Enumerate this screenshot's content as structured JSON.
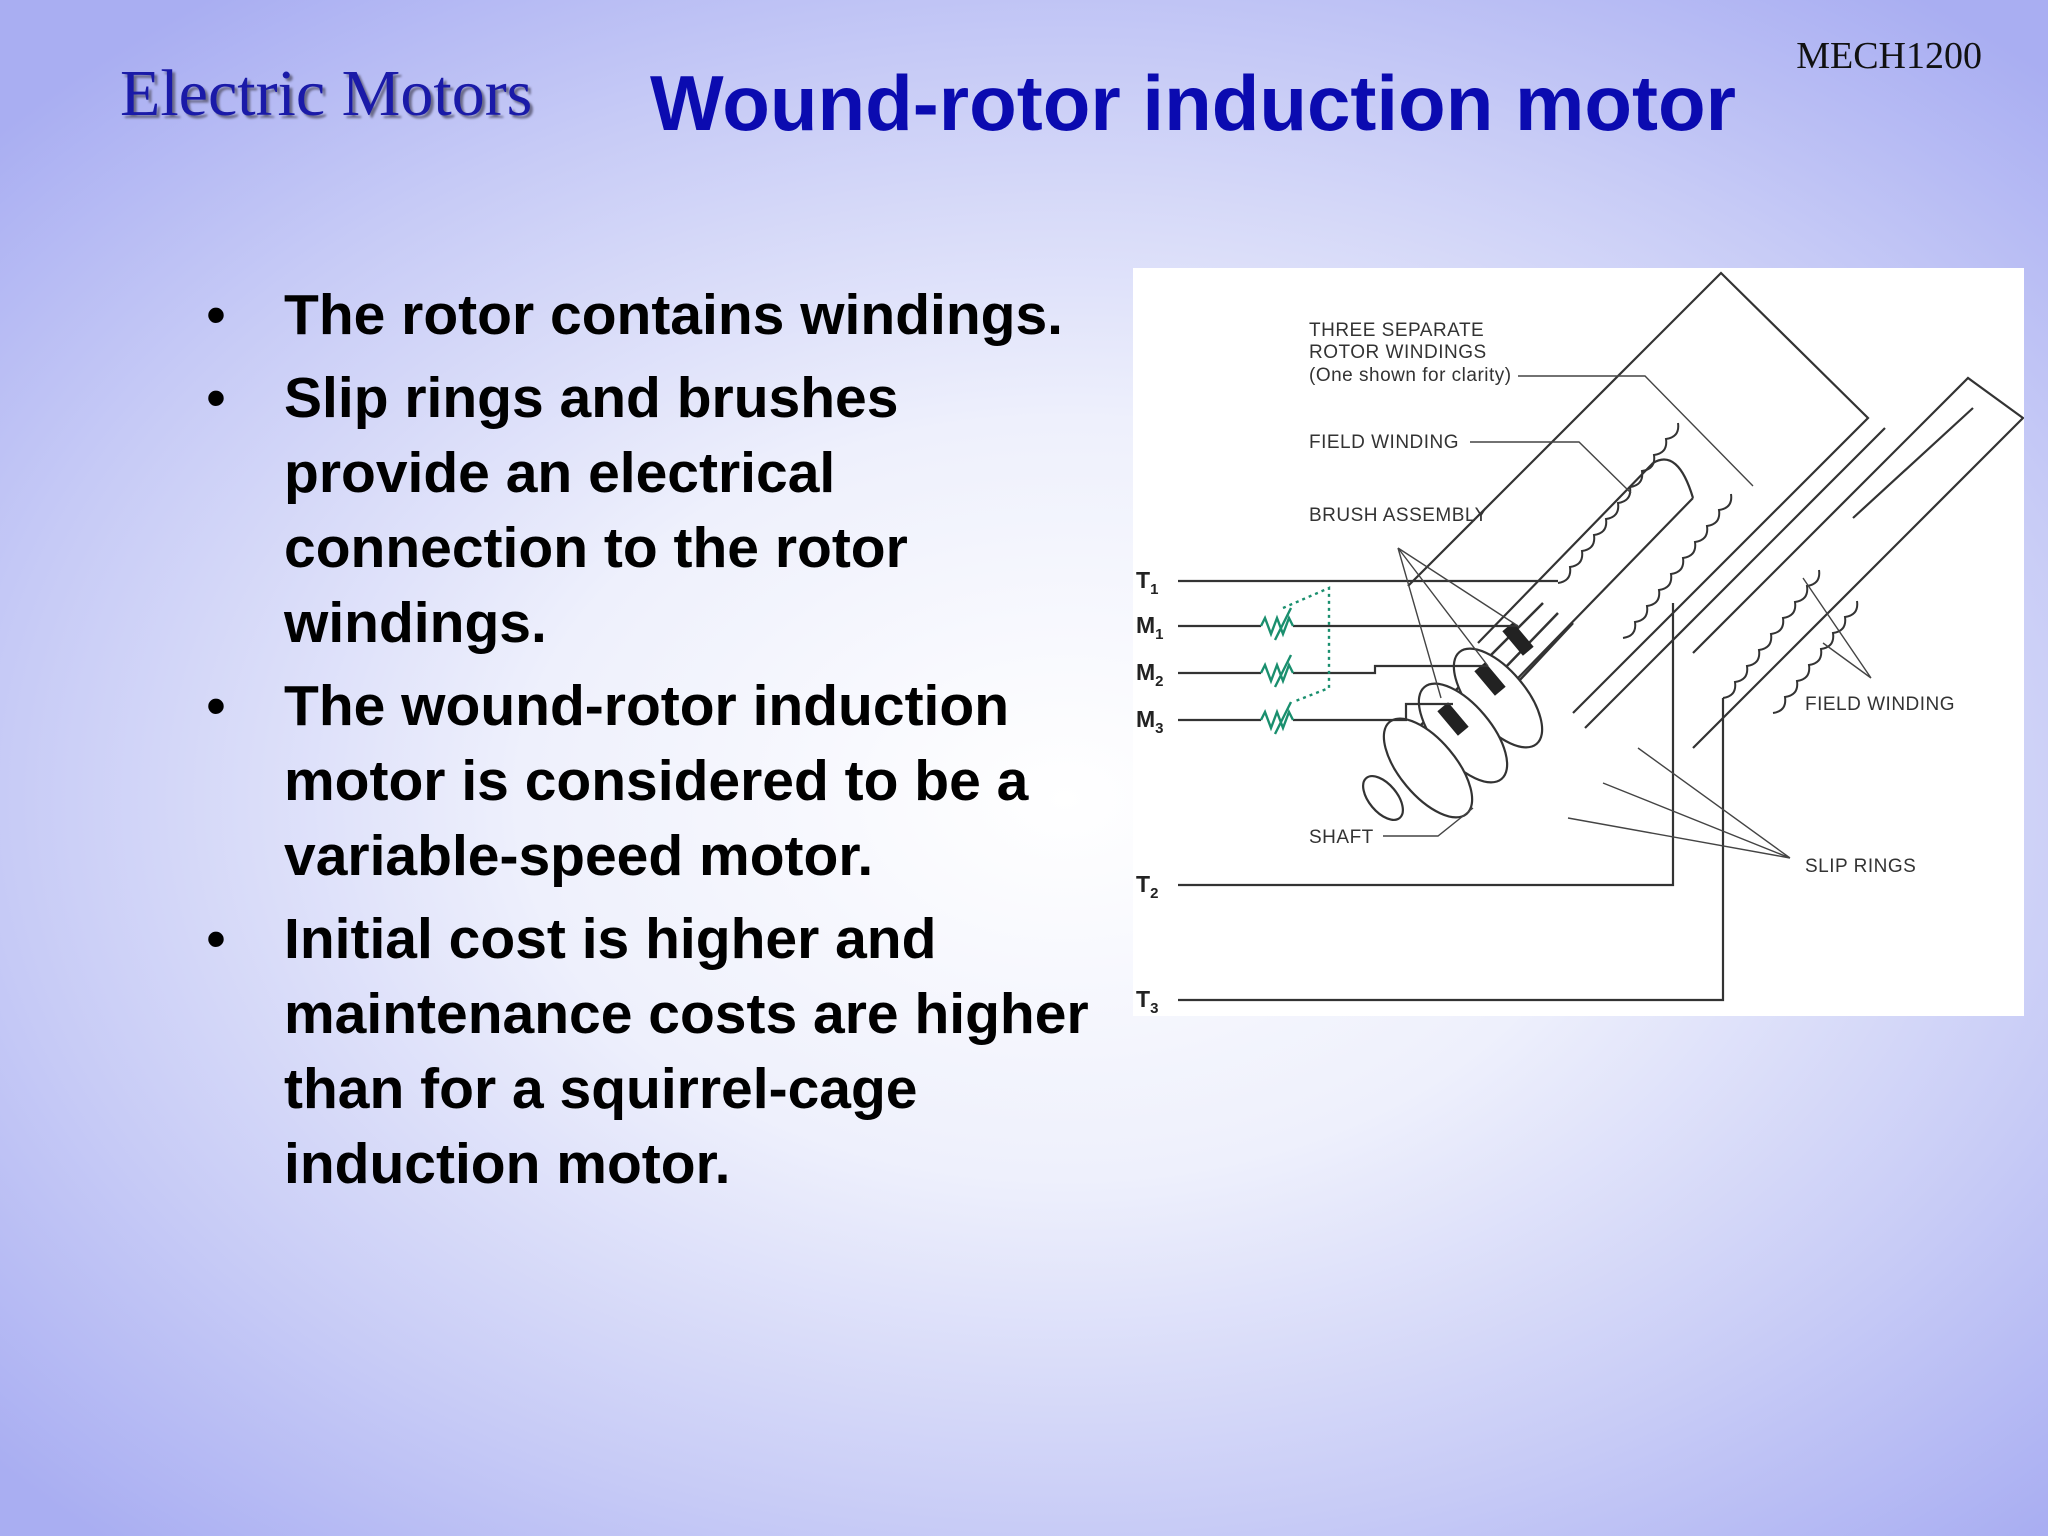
{
  "header": {
    "course_code": "MECH1200",
    "section": "Electric Motors",
    "title": "Wound-rotor induction motor"
  },
  "bullets": [
    "The rotor contains windings.",
    "Slip rings and brushes provide an electrical connection to the rotor windings.",
    "The wound-rotor induction motor is considered to be a variable-speed motor.",
    "Initial cost is higher and maintenance costs are higher than for a squirrel-cage induction motor."
  ],
  "figure": {
    "labels": {
      "rotor_windings_1": "THREE SEPARATE",
      "rotor_windings_2": "ROTOR WINDINGS",
      "rotor_windings_3": "(One shown for clarity)",
      "field_winding_top": "FIELD WINDING",
      "brush_assembly": "BRUSH ASSEMBLY",
      "field_winding_right": "FIELD WINDING",
      "shaft": "SHAFT",
      "slip_rings": "SLIP RINGS"
    },
    "terminals": {
      "t1": "T",
      "t1_sub": "1",
      "m1": "M",
      "m1_sub": "1",
      "m2": "M",
      "m2_sub": "2",
      "m3": "M",
      "m3_sub": "3",
      "t2": "T",
      "t2_sub": "2",
      "t3": "T",
      "t3_sub": "3"
    },
    "colors": {
      "resistor": "#1a8f6e",
      "line": "#333333"
    }
  }
}
